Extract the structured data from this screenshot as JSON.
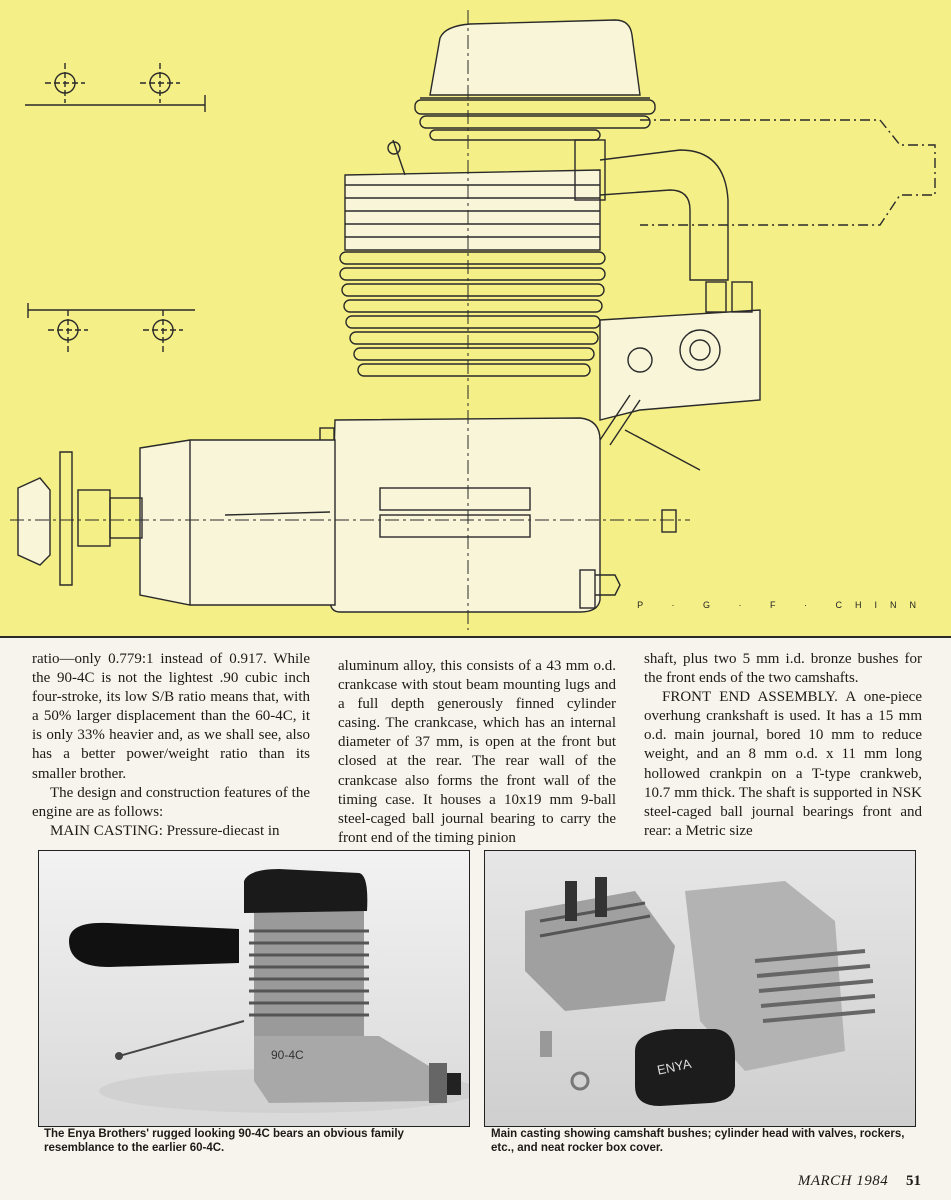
{
  "drawing": {
    "credit": "P · G · F · CHINN"
  },
  "article": {
    "col1_p1": "ratio—only 0.779:1 instead of 0.917. While the 90-4C is not the lightest .90 cubic inch four-stroke, its low S/B ratio means that, with a 50% larger displacement than the 60-4C, it is only 33% heavier and, as we shall see, also has a better power/weight ratio than its smaller brother.",
    "col1_p2": "The design and construction features of the engine are as follows:",
    "col1_p3": "MAIN CASTING: Pressure-diecast in",
    "col2_p1": "aluminum alloy, this consists of a 43 mm o.d. crankcase with stout beam mounting lugs and a full depth generously finned cylinder casing. The crankcase, which has an internal diameter of 37 mm, is open at the front but closed at the rear. The rear wall of the crankcase also forms the front wall of the timing case. It houses a 10x19 mm 9-ball steel-caged ball journal bearing to carry the front end of the timing pinion",
    "col3_p1": "shaft, plus two 5 mm i.d. bronze bushes for the front ends of the two camshafts.",
    "col3_p2": "FRONT END ASSEMBLY. A one-piece overhung crankshaft is used. It has a 15 mm o.d. main journal, bored 10 mm to reduce weight, and an 8 mm o.d. x 11 mm long hollowed crankpin on a T-type crankweb, 10.7 mm thick. The shaft is supported in NSK steel-caged ball journal bearings front and rear: a Metric size"
  },
  "photos": {
    "left_caption": "The Enya Brothers' rugged looking 90-4C bears an obvious family resemblance to the earlier 60-4C.",
    "right_caption": "Main casting showing camshaft bushes; cylinder head with valves, rockers, etc., and neat rocker box cover.",
    "rocker_cover_text": "ENYA",
    "engine_casting_text": "90-4C"
  },
  "footer": {
    "issue": "MARCH 1984",
    "page": "51"
  },
  "colors": {
    "drawing_background": "#f4ef86",
    "line": "#2a2a2a"
  }
}
